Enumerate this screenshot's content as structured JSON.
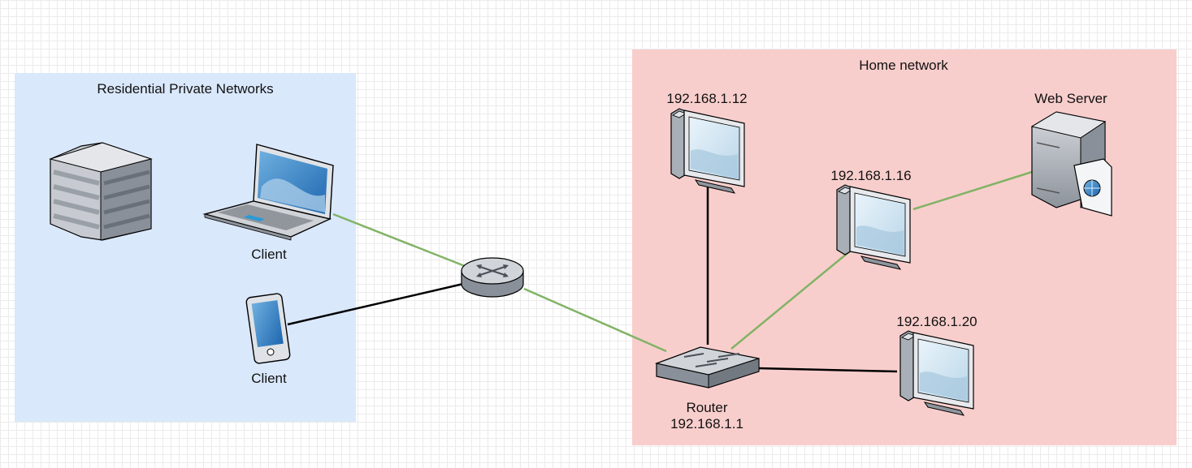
{
  "groups": {
    "residential": {
      "title": "Residential Private Networks",
      "fill": "#dae8fc"
    },
    "home": {
      "title": "Home network",
      "fill": "#f8cecc"
    }
  },
  "nodes": {
    "building": {
      "icon": "office-building-icon"
    },
    "laptop": {
      "icon": "laptop-icon",
      "label": "Client"
    },
    "phone": {
      "icon": "smartphone-icon",
      "label": "Client"
    },
    "internet_router": {
      "icon": "router-icon"
    },
    "home_router": {
      "icon": "switch-icon",
      "label_line1": "Router",
      "label_line2": "192.168.1.1"
    },
    "pc_12": {
      "icon": "desktop-computer-icon",
      "label": "192.168.1.12"
    },
    "pc_16": {
      "icon": "desktop-computer-icon",
      "label": "192.168.1.16"
    },
    "pc_20": {
      "icon": "desktop-computer-icon",
      "label": "192.168.1.20"
    },
    "web_server": {
      "icon": "web-server-icon",
      "label": "Web Server"
    }
  },
  "edges": [
    {
      "from": "laptop",
      "to": "internet_router",
      "color": "#82b366"
    },
    {
      "from": "phone",
      "to": "internet_router",
      "color": "#000000"
    },
    {
      "from": "internet_router",
      "to": "home_router",
      "color": "#82b366"
    },
    {
      "from": "pc_12",
      "to": "home_router",
      "color": "#000000"
    },
    {
      "from": "home_router",
      "to": "pc_16",
      "color": "#82b366"
    },
    {
      "from": "home_router",
      "to": "pc_20",
      "color": "#000000"
    },
    {
      "from": "pc_16",
      "to": "web_server",
      "color": "#82b366"
    }
  ]
}
